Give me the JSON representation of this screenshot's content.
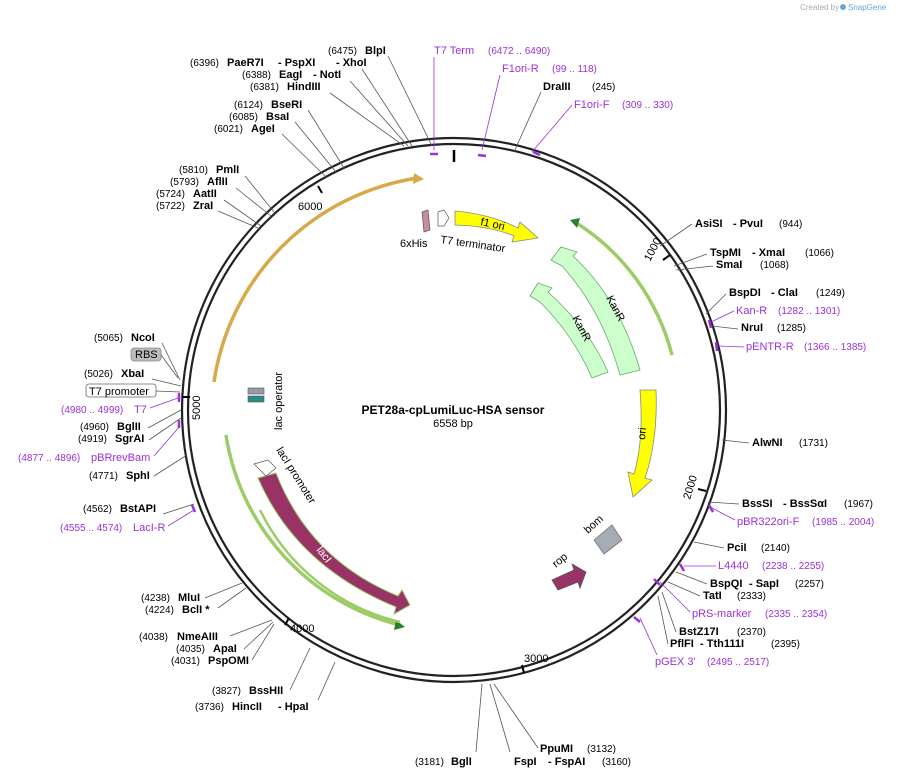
{
  "header": {
    "brand_prefix": "Created by",
    "brand_name": "SnapGene"
  },
  "plasmid": {
    "name": "PET28a-cpLumiLuc-HSA sensor",
    "length_label": "6558 bp"
  },
  "ticks": [
    "1000",
    "2000",
    "3000",
    "4000",
    "5000",
    "6000"
  ],
  "sites": [
    {
      "pos": "(6475)",
      "name": "BlpI"
    },
    {
      "pos": "(6396)",
      "name": "PaeR7I",
      "sep": "- PspXI",
      "name3": "- XhoI"
    },
    {
      "pos": "(6388)",
      "name": "EagI",
      "sep": "- NotI"
    },
    {
      "pos": "(6381)",
      "name": "HindIII"
    },
    {
      "pos": "(6124)",
      "name": "BseRI"
    },
    {
      "pos": "(6085)",
      "name": "BsaI"
    },
    {
      "pos": "(6021)",
      "name": "AgeI"
    },
    {
      "pos": "(5810)",
      "name": "PmlI"
    },
    {
      "pos": "(5793)",
      "name": "AflII"
    },
    {
      "pos": "(5724)",
      "name": "AatII"
    },
    {
      "pos": "(5722)",
      "name": "ZraI"
    },
    {
      "pos": "(5065)",
      "name": "NcoI"
    },
    {
      "pos": "(5026)",
      "name": "XbaI"
    },
    {
      "pos": "(4960)",
      "name": "BglII"
    },
    {
      "pos": "(4919)",
      "name": "SgrAI"
    },
    {
      "pos": "(4771)",
      "name": "SphI"
    },
    {
      "pos": "(4562)",
      "name": "BstAPI"
    },
    {
      "pos": "(4238)",
      "name": "MluI"
    },
    {
      "pos": "(4224)",
      "name": "BclI *"
    },
    {
      "pos": "(4038)",
      "name": "NmeAIII"
    },
    {
      "pos": "(4035)",
      "name": "ApaI"
    },
    {
      "pos": "(4031)",
      "name": "PspOMI"
    },
    {
      "pos": "(3827)",
      "name": "BssHII"
    },
    {
      "pos": "(3736)",
      "name": "HincII",
      "sep": "- HpaI"
    },
    {
      "pos": "(3181)",
      "name": "BglI"
    },
    {
      "name": "FspI",
      "sep": "- FspAI",
      "pos": "(3160)"
    },
    {
      "name": "PpuMI",
      "pos": "(3132)"
    },
    {
      "name": "DraIII",
      "pos": "(245)"
    },
    {
      "name": "AsiSI",
      "sep": "- PvuI",
      "pos": "(944)"
    },
    {
      "name": "TspMI",
      "sep": "- XmaI",
      "pos": "(1066)"
    },
    {
      "name": "SmaI",
      "pos": "(1068)"
    },
    {
      "name": "BspDI",
      "sep": "- ClaI",
      "pos": "(1249)"
    },
    {
      "name": "NruI",
      "pos": "(1285)"
    },
    {
      "name": "AlwNI",
      "pos": "(1731)"
    },
    {
      "name": "BssSI",
      "sep": "- BssSαI",
      "pos": "(1967)"
    },
    {
      "name": "PciI",
      "pos": "(2140)"
    },
    {
      "name": "BspQI",
      "sep": "- SapI",
      "pos": "(2257)"
    },
    {
      "name": "TatI",
      "pos": "(2333)"
    },
    {
      "name": "BstZ17I",
      "pos": "(2370)"
    },
    {
      "name": "PflFI",
      "sep": "- Tth111I",
      "pos": "(2395)"
    }
  ],
  "primers": [
    {
      "name": "T7 Term",
      "range": "(6472 .. 6490)"
    },
    {
      "name": "F1ori-R",
      "range": "(99 .. 118)"
    },
    {
      "name": "F1ori-F",
      "range": "(309 .. 330)"
    },
    {
      "name": "Kan-R",
      "range": "(1282 .. 1301)"
    },
    {
      "name": "pENTR-R",
      "range": "(1366 .. 1385)"
    },
    {
      "name": "pBR322ori-F",
      "range": "(1985 .. 2004)"
    },
    {
      "name": "L4440",
      "range": "(2238 .. 2255)"
    },
    {
      "name": "pRS-marker",
      "range": "(2335 .. 2354)"
    },
    {
      "name": "pGEX 3'",
      "range": "(2495 .. 2517)"
    },
    {
      "name": "T7",
      "range": "(4980 .. 4999)"
    },
    {
      "name": "pBRrevBam",
      "range": "(4877 .. 4896)"
    },
    {
      "name": "LacI-R",
      "range": "(4555 .. 4574)"
    }
  ],
  "features": {
    "f1_ori": "f1 ori",
    "his": "6xHis",
    "t7_term": "T7 terminator",
    "kanr1": "KanR",
    "kanr2": "KanR",
    "ori": "ori",
    "bom": "bom",
    "rop": "rop",
    "laci": "lacI",
    "laci_promoter": "lacI promoter",
    "lac_operator": "lac operator",
    "rbs": "RBS",
    "t7_promoter": "T7 promoter"
  },
  "colors": {
    "f1_ori": "#ffff00",
    "kanr": "#ccffcc",
    "ori": "#ffff00",
    "laci": "#993366",
    "bom": "#a6acb3",
    "primer": "#9b30d9",
    "orange_feature": "#f0c080",
    "green_feature": "#9ccc65"
  }
}
